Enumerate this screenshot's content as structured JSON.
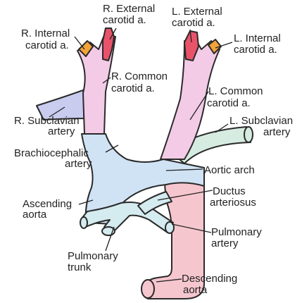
{
  "labels": {
    "r_external_carotid_1": "R. External",
    "r_external_carotid_2": "carotid a.",
    "l_external_carotid_1": "L. External",
    "l_external_carotid_2": "carotid a.",
    "r_internal_carotid_1": "R. Internal",
    "r_internal_carotid_2": "carotid a.",
    "l_internal_carotid_1": "L. Internal",
    "l_internal_carotid_2": "carotid a.",
    "r_common_carotid_1": "R. Common",
    "r_common_carotid_2": "carotid a.",
    "l_common_carotid_1": "L. Common",
    "l_common_carotid_2": "carotid a.",
    "r_subclavian_1": "R. Subclavian",
    "r_subclavian_2": "artery",
    "l_subclavian_1": "L. Subclavian",
    "l_subclavian_2": "artery",
    "brachiocephalic_1": "Brachiocephalic",
    "brachiocephalic_2": "artery",
    "aortic_arch": "Aortic arch",
    "ascending_aorta_1": "Ascending",
    "ascending_aorta_2": "aorta",
    "ductus_1": "Ductus",
    "ductus_2": "arteriosus",
    "pulmonary_artery_1": "Pulmonary",
    "pulmonary_artery_2": "artery",
    "pulmonary_trunk_1": "Pulmonary",
    "pulmonary_trunk_2": "trunk",
    "descending_aorta_1": "Descending",
    "descending_aorta_2": "aorta"
  },
  "colors": {
    "aorta_blue": "#cfe3f5",
    "descending_pink": "#f6c6cf",
    "carotid_pink": "#f3cbe6",
    "internal_carotid_red": "#e8536a",
    "carotid_tip_orange": "#f2a43a",
    "subclavian_green": "#d6ece0",
    "subclavian_lavender": "#c9ccef",
    "pulmonary_light": "#d4ebf0"
  }
}
